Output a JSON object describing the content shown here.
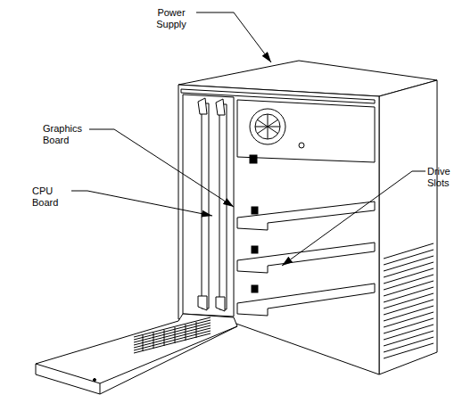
{
  "diagram": {
    "labels": [
      "Power Supply",
      "Graphics Board",
      "CPU Board",
      "Drive Slots"
    ]
  }
}
